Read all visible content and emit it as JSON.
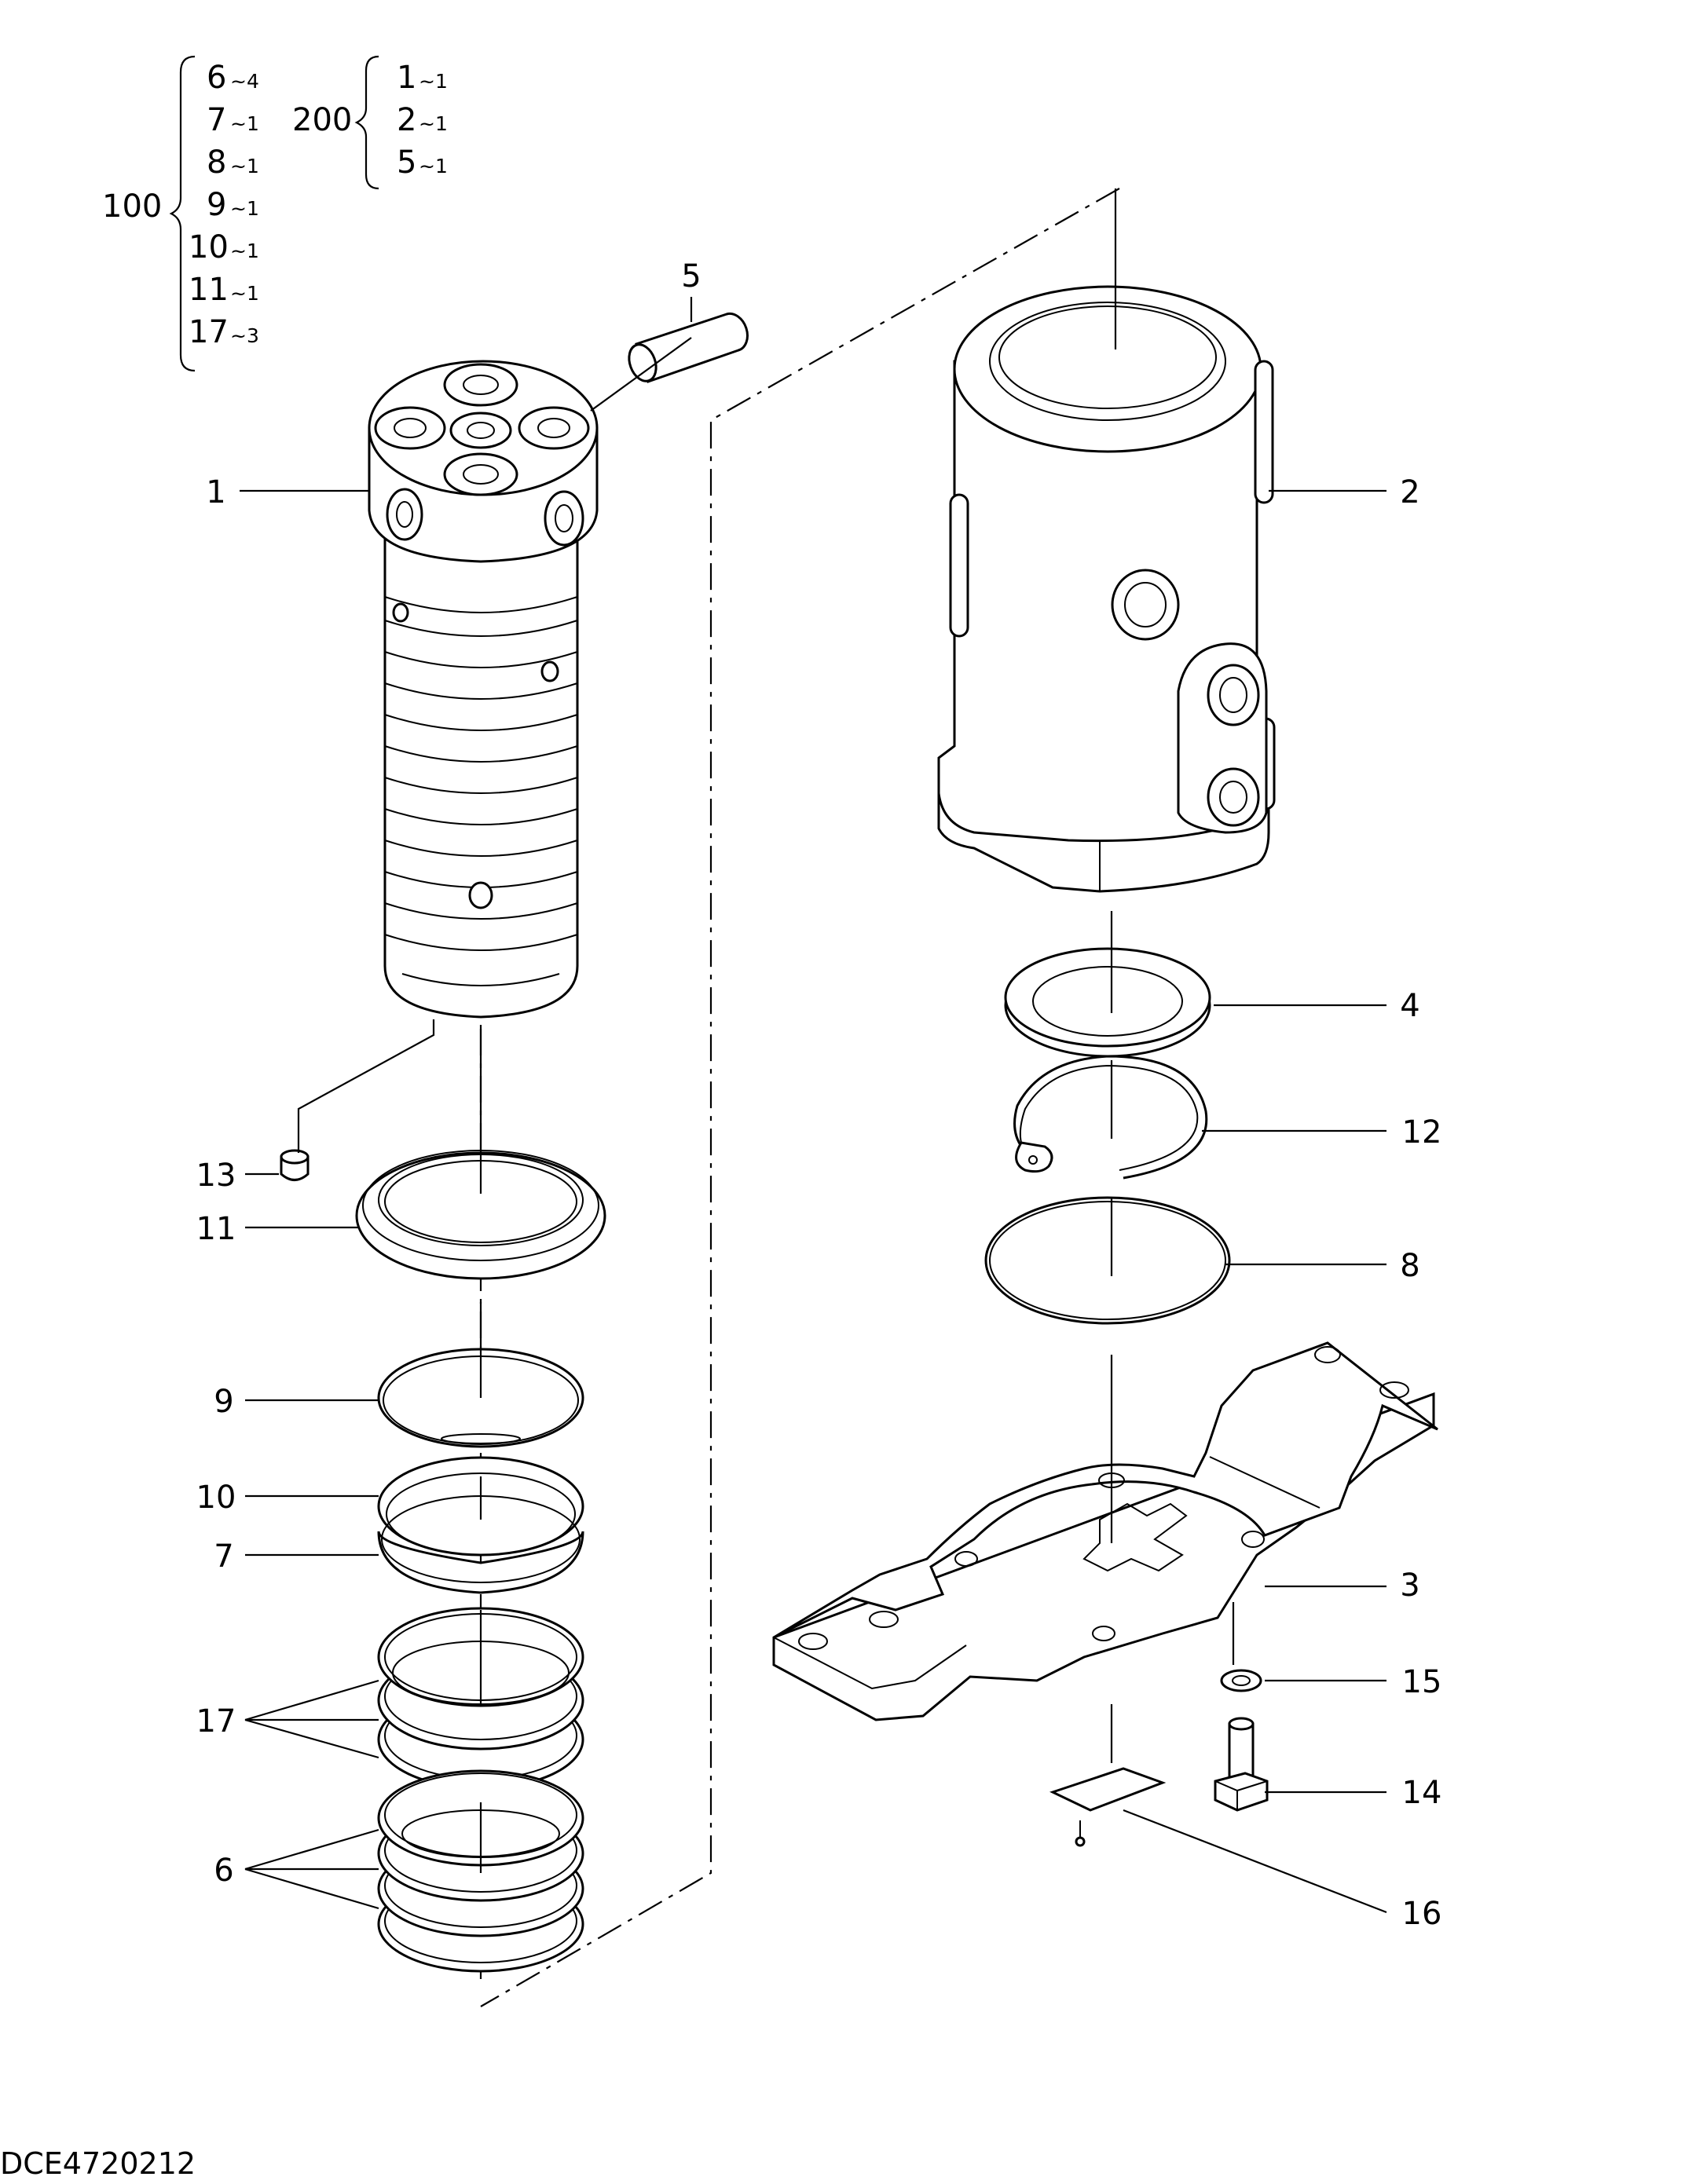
{
  "kit_100": {
    "number": "100",
    "items": [
      {
        "part": "6",
        "qty": "~4"
      },
      {
        "part": "7",
        "qty": "~1"
      },
      {
        "part": "8",
        "qty": "~1"
      },
      {
        "part": "9",
        "qty": "~1"
      },
      {
        "part": "10",
        "qty": "~1"
      },
      {
        "part": "11",
        "qty": "~1"
      },
      {
        "part": "17",
        "qty": "~3"
      }
    ]
  },
  "kit_200": {
    "number": "200",
    "items": [
      {
        "part": "1",
        "qty": "~1"
      },
      {
        "part": "2",
        "qty": "~1"
      },
      {
        "part": "5",
        "qty": "~1"
      }
    ]
  },
  "callouts": {
    "c1": "1",
    "c2": "2",
    "c3": "3",
    "c4": "4",
    "c5": "5",
    "c6": "6",
    "c7": "7",
    "c8": "8",
    "c9": "9",
    "c10": "10",
    "c11": "11",
    "c12": "12",
    "c13": "13",
    "c14": "14",
    "c15": "15",
    "c16": "16",
    "c17": "17"
  },
  "drawing_code": "DCE4720212"
}
